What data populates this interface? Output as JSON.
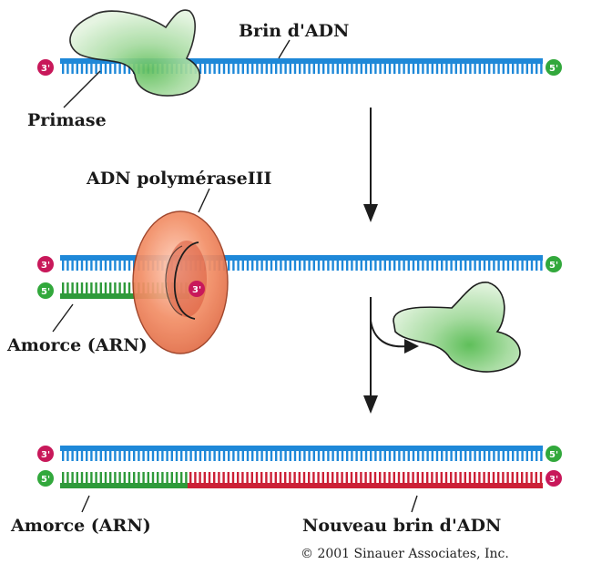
{
  "colors": {
    "dna_strand": "#1e88d8",
    "primer": "#2e9a3a",
    "new_strand": "#cc2036",
    "end_three": "#c8185a",
    "end_five": "#32a83c",
    "primase": "#c6e6c0",
    "polymerase": "#f08a60"
  },
  "labels": {
    "dna_strand": "Brin d'ADN",
    "primase": "Primase",
    "polymerase": "ADN polyméraseIII",
    "primer_mid": "Amorce (ARN)",
    "primer_bottom": "Amorce (ARN)",
    "new_strand": "Nouveau brin d'ADN"
  },
  "ends": {
    "three": "3'",
    "five": "5'"
  },
  "copyright": "© 2001 Sinauer Associates, Inc."
}
